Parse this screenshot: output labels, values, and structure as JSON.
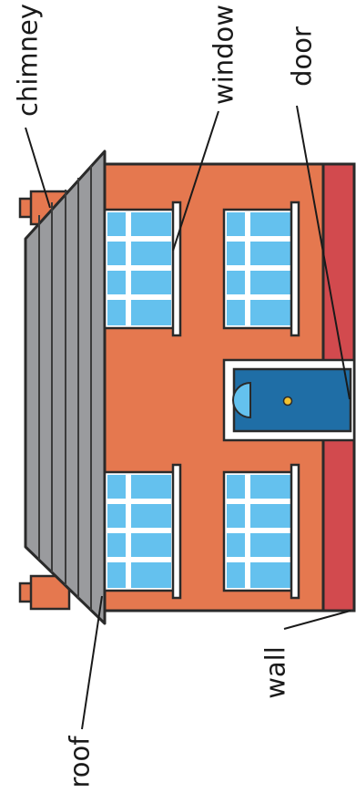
{
  "labels": {
    "chimney": "chimney",
    "window": "window",
    "door": "door",
    "roof": "roof",
    "wall": "wall"
  },
  "colors": {
    "wall": "#e5784f",
    "wall_side": "#d24a4e",
    "roof": "#9a9b9e",
    "roof_lines": "#3b3b3b",
    "window_glass": "#64c1ee",
    "window_frame": "#ffffff",
    "door": "#1f6ea6",
    "door_frame": "#ffffff",
    "knob": "#f2c230",
    "outline": "#2a2a2a"
  }
}
